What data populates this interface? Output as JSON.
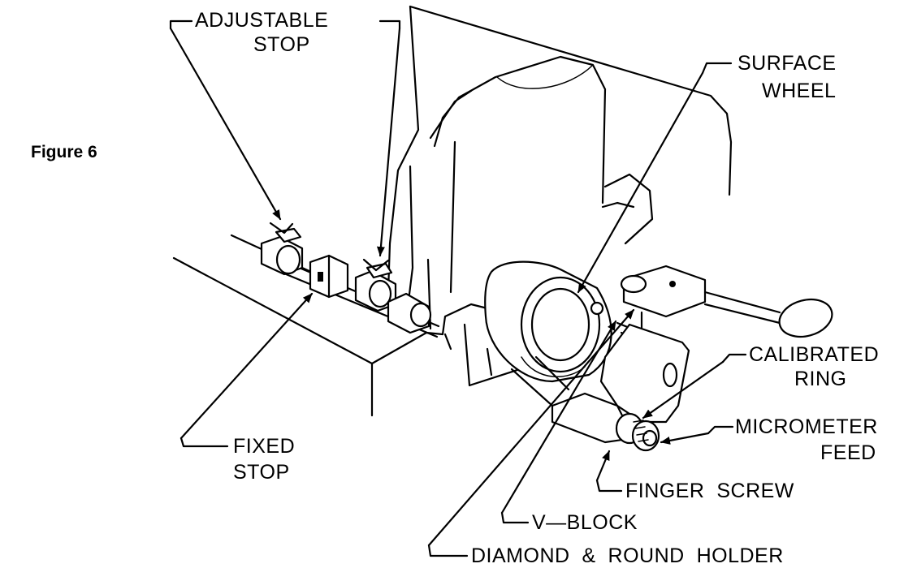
{
  "caption": "Figure 6",
  "labels": {
    "adjustable_stop_1": "ADJUSTABLE",
    "adjustable_stop_2": "STOP",
    "surface_wheel_1": "SURFACE",
    "surface_wheel_2": "WHEEL",
    "calibrated_ring_1": "CALIBRATED",
    "calibrated_ring_2": "RING",
    "micrometer_feed_1": "MICROMETER",
    "micrometer_feed_2": "FEED",
    "fixed_stop_1": "FIXED",
    "fixed_stop_2": "STOP",
    "finger_screw": "FINGER  SCREW",
    "v_block": "V—BLOCK",
    "diamond_round_holder": "DIAMOND  &  ROUND  HOLDER"
  }
}
